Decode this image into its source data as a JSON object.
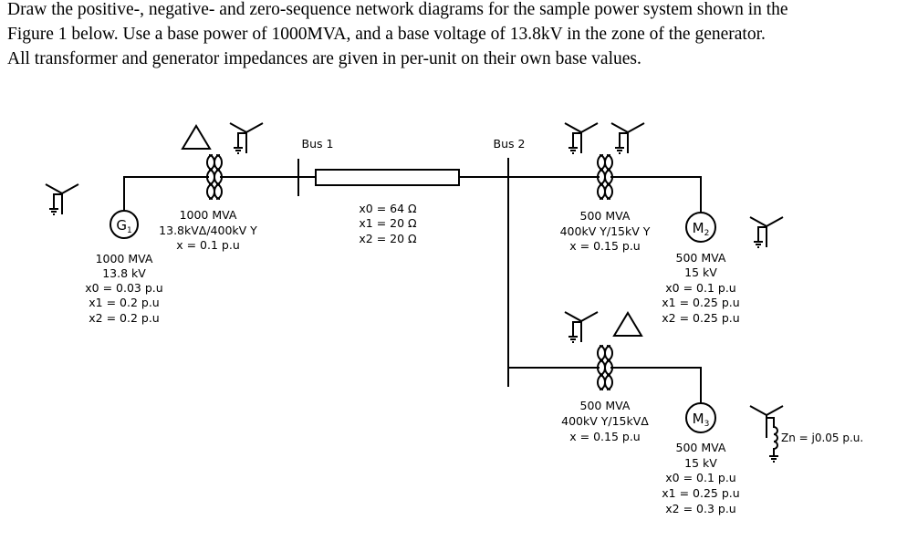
{
  "problem": {
    "lines": [
      "Draw the positive-, negative- and zero-sequence network diagrams for the sample power system shown in the",
      "Figure 1 below.  Use a base power of 1000MVA, and a base voltage of 13.8kV in the zone of the generator.",
      "All transformer and generator impedances are given in per-unit on their own base values."
    ]
  },
  "diagram": {
    "bus1": "Bus 1",
    "bus2": "Bus 2",
    "g1": {
      "symbol": "G",
      "sub": "1",
      "lines": [
        "1000 MVA",
        "13.8 kV",
        "x0 = 0.03 p.u",
        "x1 = 0.2 p.u",
        "x2 = 0.2 p.u"
      ]
    },
    "t1": {
      "lines": [
        "1000 MVA",
        "13.8kVΔ/400kV Y",
        "x = 0.1 p.u"
      ]
    },
    "line": {
      "lines": [
        "x0 = 64 Ω",
        "x1 = 20 Ω",
        "x2 = 20 Ω"
      ]
    },
    "t2": {
      "lines": [
        "500 MVA",
        "400kV Y/15kV Y",
        "x = 0.15 p.u"
      ]
    },
    "m2": {
      "symbol": "M",
      "sub": "2",
      "lines": [
        "500 MVA",
        "15 kV",
        "x0 = 0.1 p.u",
        "x1 = 0.25 p.u",
        "x2 = 0.25 p.u"
      ]
    },
    "t3": {
      "lines": [
        "500 MVA",
        "400kV Y/15kVΔ",
        "x = 0.15 p.u"
      ]
    },
    "m3": {
      "symbol": "M",
      "sub": "3",
      "lines": [
        "500 MVA",
        "15 kV",
        "x0 = 0.1 p.u",
        "x1 = 0.25 p.u",
        "x2 = 0.3 p.u"
      ],
      "zn": "Zn = j0.05 p.u."
    }
  }
}
